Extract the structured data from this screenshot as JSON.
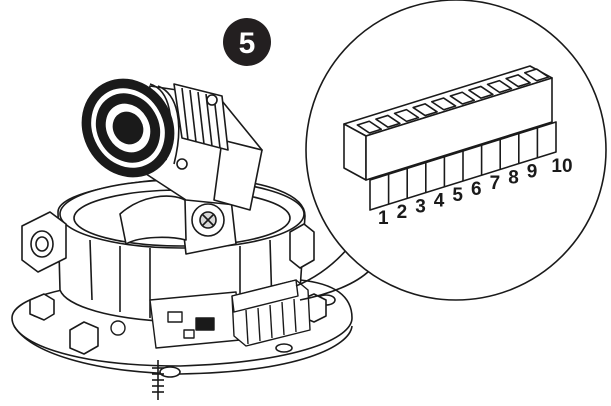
{
  "step_badge": {
    "label": "5",
    "fill": "#231f20",
    "text_color": "#ffffff"
  },
  "terminal_block": {
    "pin_labels": [
      "1",
      "2",
      "3",
      "4",
      "5",
      "6",
      "7",
      "8",
      "9",
      "10"
    ]
  },
  "colors": {
    "line": "#1a1a1a",
    "background": "#ffffff",
    "dark_fill": "#1a1a1a",
    "shade": "#d9d9d9"
  }
}
